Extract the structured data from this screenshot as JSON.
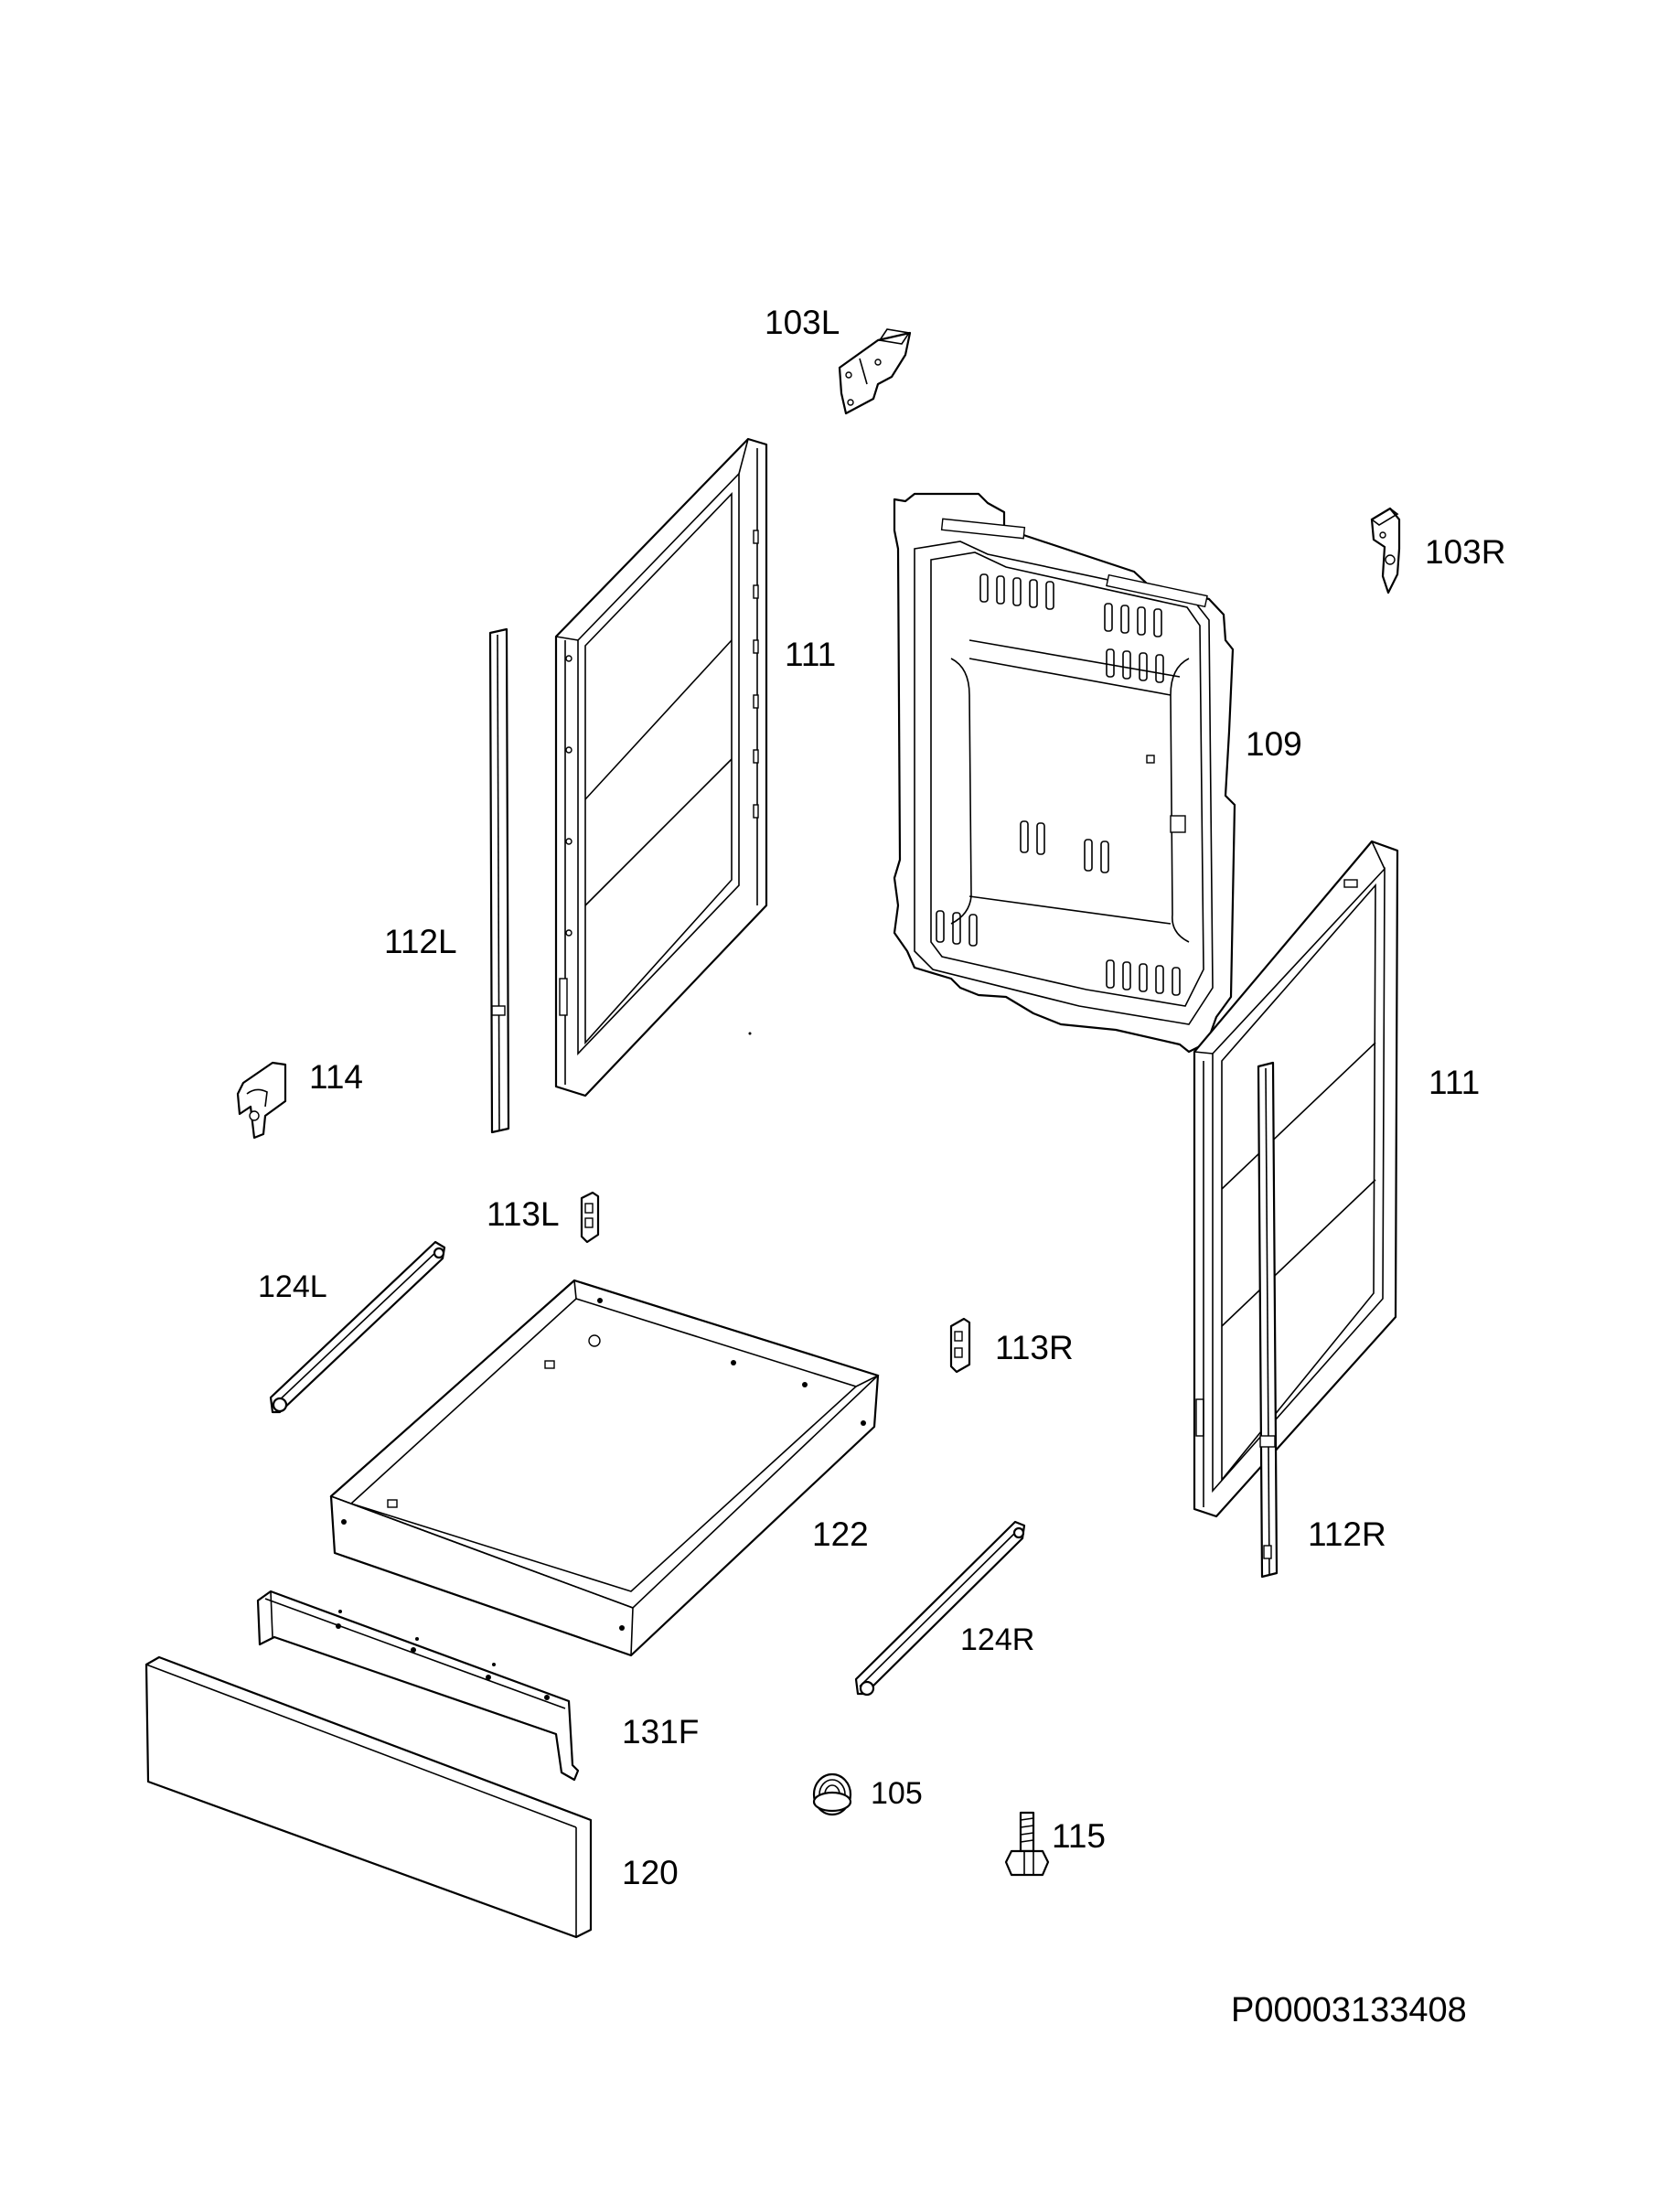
{
  "labels": {
    "p103L": "103L",
    "p103R": "103R",
    "p111_left": "111",
    "p111_right": "111",
    "p109": "109",
    "p112L": "112L",
    "p112R": "112R",
    "p114": "114",
    "p113L": "113L",
    "p113R": "113R",
    "p124L": "124L",
    "p124R": "124R",
    "p122": "122",
    "p131F": "131F",
    "p120": "120",
    "p105": "105",
    "p115": "115"
  },
  "document_number": "P00003133408"
}
